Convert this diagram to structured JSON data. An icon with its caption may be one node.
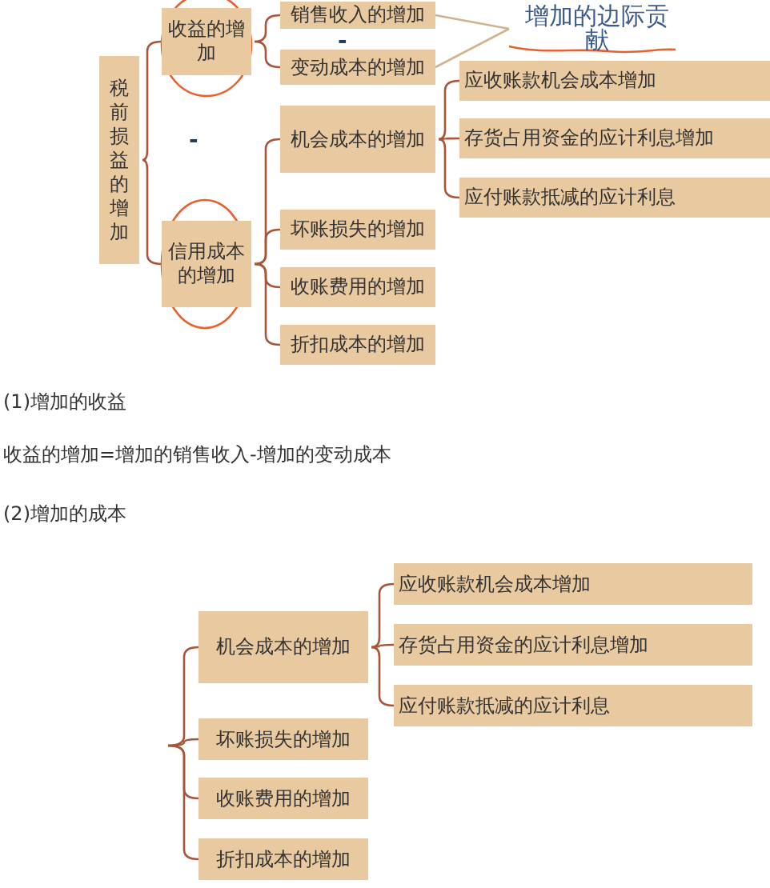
{
  "diagram": {
    "nodes": [
      {
        "text": [
          "税前损益的增加"
        ]
      },
      {
        "text": [
          "收益的增加"
        ]
      },
      {
        "text": [
          "信用成本的增加"
        ]
      },
      {
        "text": [
          "销售收入的增加"
        ]
      },
      {
        "text": [
          "变动成本的增加"
        ]
      },
      {
        "text": [
          "增加的边际贡献"
        ]
      },
      {
        "text": [
          "机会成本的增加"
        ]
      },
      {
        "text": [
          "坏账损失的增加"
        ]
      },
      {
        "text": [
          "收账费用的增加"
        ]
      },
      {
        "text": [
          "折扣成本的增加"
        ]
      },
      {
        "text": [
          "应收账款机会成本增加"
        ]
      },
      {
        "text": [
          "存货占用资金的应计利息增加"
        ]
      },
      {
        "text": [
          "应付账款抵减的应计利息"
        ]
      },
      {
        "text": [
          "机会成本的增加"
        ]
      },
      {
        "text": [
          "坏账损失的增加"
        ]
      },
      {
        "text": [
          "收账费用的增加"
        ]
      },
      {
        "text": [
          "折扣成本的增加"
        ]
      },
      {
        "text": [
          "应收账款机会成本增加"
        ]
      },
      {
        "text": [
          "存货占用资金的应计利息增加"
        ]
      },
      {
        "text": [
          "应付账款抵减的应计利息"
        ]
      }
    ],
    "edges": [
      {
        "from": 0,
        "to": 1,
        "arrow": "none"
      },
      {
        "from": 0,
        "to": 2,
        "arrow": "none"
      },
      {
        "from": 1,
        "to": 3,
        "arrow": "none"
      },
      {
        "from": 1,
        "to": 4,
        "arrow": "none"
      },
      {
        "from": 3,
        "to": 5,
        "arrow": "none",
        "color": "#d2b48c"
      },
      {
        "from": 4,
        "to": 5,
        "arrow": "none",
        "color": "#d2b48c"
      },
      {
        "from": 2,
        "to": 6,
        "arrow": "none"
      },
      {
        "from": 2,
        "to": 7,
        "arrow": "none"
      },
      {
        "from": 2,
        "to": 8,
        "arrow": "none"
      },
      {
        "from": 2,
        "to": 9,
        "arrow": "none"
      },
      {
        "from": 6,
        "to": 10,
        "arrow": "none"
      },
      {
        "from": 6,
        "to": 11,
        "arrow": "none"
      },
      {
        "from": 6,
        "to": 12,
        "arrow": "none"
      },
      {
        "from": 13,
        "to": 17,
        "arrow": "none"
      },
      {
        "from": 13,
        "to": 18,
        "arrow": "none"
      },
      {
        "from": 13,
        "to": 19,
        "arrow": "none"
      },
      {
        "from": null,
        "to": 13,
        "arrow": "none"
      },
      {
        "from": null,
        "to": 14,
        "arrow": "none"
      },
      {
        "from": null,
        "to": 15,
        "arrow": "none"
      },
      {
        "from": null,
        "to": 16,
        "arrow": "none"
      }
    ],
    "labels": [
      "-",
      "-",
      "(1)增加的收益",
      "收益的增加=增加的销售收入-增加的变动成本",
      "(2)增加的成本"
    ]
  }
}
